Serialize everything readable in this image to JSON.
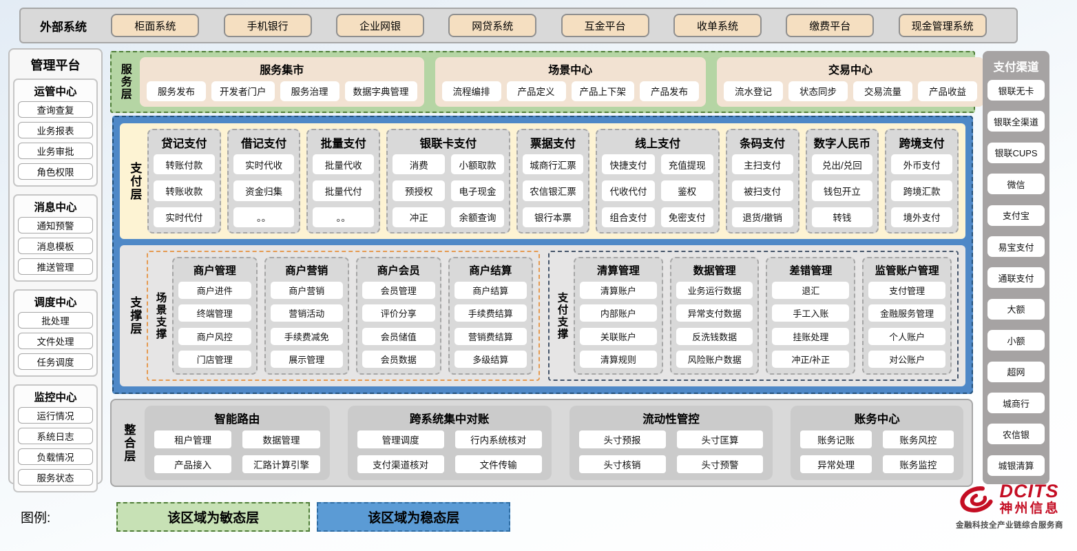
{
  "external": {
    "label": "外部系统",
    "systems": [
      "柜面系统",
      "手机银行",
      "企业网银",
      "网贷系统",
      "互金平台",
      "收单系统",
      "缴费平台",
      "现金管理系统"
    ]
  },
  "management": {
    "title": "管理平台",
    "sections": [
      {
        "title": "运管中心",
        "items": [
          "查询查复",
          "业务报表",
          "业务审批",
          "角色权限"
        ]
      },
      {
        "title": "消息中心",
        "items": [
          "通知预警",
          "消息模板",
          "推送管理"
        ]
      },
      {
        "title": "调度中心",
        "items": [
          "批处理",
          "文件处理",
          "任务调度"
        ]
      },
      {
        "title": "监控中心",
        "items": [
          "运行情况",
          "系统日志",
          "负载情况",
          "服务状态"
        ]
      }
    ]
  },
  "service_layer": {
    "label": "服务层",
    "groups": [
      {
        "title": "服务集市",
        "items": [
          "服务发布",
          "开发者门户",
          "服务治理",
          "数据字典管理"
        ]
      },
      {
        "title": "场景中心",
        "items": [
          "流程编排",
          "产品定义",
          "产品上下架",
          "产品发布"
        ]
      },
      {
        "title": "交易中心",
        "items": [
          "流水登记",
          "状态同步",
          "交易流量",
          "产品收益"
        ]
      }
    ]
  },
  "payment_layer": {
    "label": "支付层",
    "columns": [
      {
        "title": "贷记支付",
        "cols": 1,
        "items": [
          "转账付款",
          "转账收款",
          "实时代付"
        ]
      },
      {
        "title": "借记支付",
        "cols": 1,
        "items": [
          "实时代收",
          "资金归集",
          "。。"
        ]
      },
      {
        "title": "批量支付",
        "cols": 1,
        "items": [
          "批量代收",
          "批量代付",
          "。。"
        ]
      },
      {
        "title": "银联卡支付",
        "cols": 2,
        "items": [
          "消费",
          "小额取款",
          "预授权",
          "电子现金",
          "冲正",
          "余额查询"
        ]
      },
      {
        "title": "票据支付",
        "cols": 1,
        "items": [
          "城商行汇票",
          "农信银汇票",
          "银行本票"
        ]
      },
      {
        "title": "线上支付",
        "cols": 2,
        "items": [
          "快捷支付",
          "充值提现",
          "代收代付",
          "鉴权",
          "组合支付",
          "免密支付"
        ]
      },
      {
        "title": "条码支付",
        "cols": 1,
        "items": [
          "主扫支付",
          "被扫支付",
          "退货/撤销"
        ]
      },
      {
        "title": "数字人民币",
        "cols": 1,
        "items": [
          "兑出/兑回",
          "钱包开立",
          "转钱"
        ]
      },
      {
        "title": "跨境支付",
        "cols": 1,
        "items": [
          "外币支付",
          "跨境汇款",
          "境外支付"
        ]
      }
    ]
  },
  "support_layer": {
    "label": "支撑层",
    "scene_group": {
      "label": "场景支撑",
      "columns": [
        {
          "title": "商户管理",
          "items": [
            "商户进件",
            "终端管理",
            "商户风控",
            "门店管理"
          ]
        },
        {
          "title": "商户营销",
          "items": [
            "商户营销",
            "营销活动",
            "手续费减免",
            "展示管理"
          ]
        },
        {
          "title": "商户会员",
          "items": [
            "会员管理",
            "评价分享",
            "会员储值",
            "会员数据"
          ]
        },
        {
          "title": "商户结算",
          "items": [
            "商户结算",
            "手续费结算",
            "营销费结算",
            "多级结算"
          ]
        }
      ]
    },
    "payment_group": {
      "label": "支付支撑",
      "columns": [
        {
          "title": "清算管理",
          "items": [
            "清算账户",
            "内部账户",
            "关联账户",
            "清算规则"
          ]
        },
        {
          "title": "数据管理",
          "items": [
            "业务运行数据",
            "异常支付数据",
            "反洗钱数据",
            "风险账户数据"
          ]
        },
        {
          "title": "差错管理",
          "items": [
            "退汇",
            "手工入账",
            "挂账处理",
            "冲正/补正"
          ]
        },
        {
          "title": "监管账户管理",
          "items": [
            "支付管理",
            "金融服务管理",
            "个人账户",
            "对公账户"
          ]
        }
      ]
    }
  },
  "integration_layer": {
    "label": "整合层",
    "groups": [
      {
        "title": "智能路由",
        "items": [
          "租户管理",
          "数据管理",
          "产品接入",
          "汇路计算引擎"
        ]
      },
      {
        "title": "跨系统集中对账",
        "items": [
          "管理调度",
          "行内系统核对",
          "支付渠道核对",
          "文件传输"
        ]
      },
      {
        "title": "流动性管控",
        "items": [
          "头寸预报",
          "头寸匡算",
          "头寸核销",
          "头寸预警"
        ]
      },
      {
        "title": "账务中心",
        "items": [
          "账务记账",
          "账务风控",
          "异常处理",
          "账务监控"
        ]
      }
    ]
  },
  "channels": {
    "title": "支付渠道",
    "items": [
      "银联无卡",
      "银联全渠道",
      "银联CUPS",
      "微信",
      "支付宝",
      "易宝支付",
      "通联支付",
      "大额",
      "小额",
      "超网",
      "城商行",
      "农信银",
      "城银清算"
    ]
  },
  "legend": {
    "label": "图例:",
    "agile": "该区域为敏态层",
    "stable": "该区域为稳态层"
  },
  "logo": {
    "brand": "DCITS",
    "name": "神州信息",
    "tagline": "金融科技全产业链综合服务商"
  },
  "colors": {
    "agile_green": "#b5d5a4",
    "stable_blue": "#4e88c7",
    "panel_tan": "#f2e2d2",
    "external_button_tan": "#f5dfc1",
    "payment_yellow": "#fdf3d3",
    "column_gray": "#d9d9d9",
    "channel_sidebar_gray": "#a6a3a3",
    "scene_support_accent": "#e59a50",
    "payment_support_accent": "#44546a",
    "brand_red": "#c40d23"
  }
}
